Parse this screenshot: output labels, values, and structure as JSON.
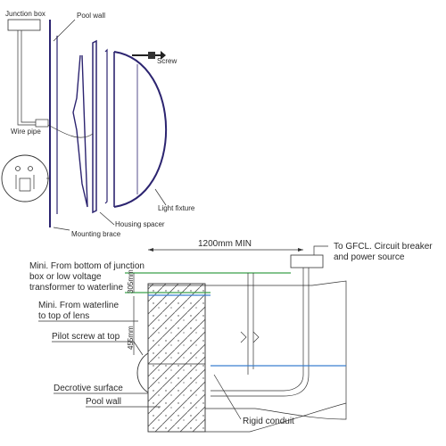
{
  "fixture": {
    "junction_box": "Junction box",
    "pool_wall": "Pool wall",
    "screw": "Screw",
    "wire_pipe": "Wire pipe",
    "light_fixture": "Light fixture",
    "housing_spacer": "Housing spacer",
    "mounting_brace": "Mounting brace"
  },
  "section": {
    "distance": "1200mm MIN",
    "power_1": "To GFCL. Circuit breaker",
    "power_2": "and power source",
    "jb_note_1": "Mini. From bottom of junction",
    "jb_note_2": "box or low voltage",
    "jb_note_3": "transformer to waterline",
    "dim_305": "305mm",
    "lens_note_1": "Mini. From waterline",
    "lens_note_2": "to top of lens",
    "dim_455": "455mm",
    "pilot_screw": "Pilot screw at top",
    "decorative": "Decrotive surface",
    "pool_wall": "Pool  wall",
    "conduit": "Rigid conduit"
  },
  "colors": {
    "fixture_line": "#2c2470",
    "waterline": "#3aa04a",
    "water": "#3a7fd0"
  }
}
